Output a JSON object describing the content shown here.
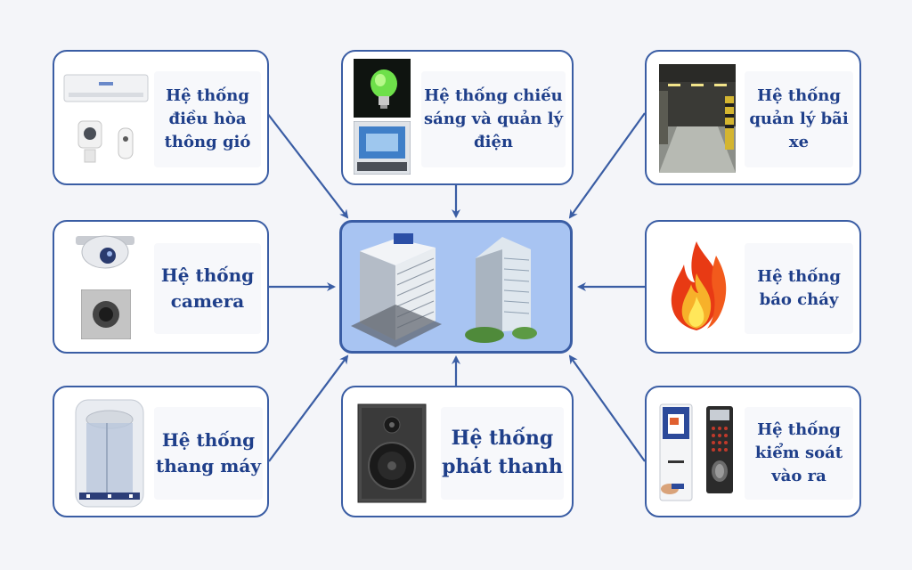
{
  "modules": {
    "hvac": {
      "label": "Hệ thống điều hòa thông gió",
      "lines": [
        "Hệ thống",
        "điều hòa",
        "thông gió"
      ]
    },
    "lighting": {
      "label": "Hệ thống chiếu sáng và quản lý điện",
      "lines": [
        "Hệ thống chiếu",
        "sáng và quản lý",
        "điện"
      ]
    },
    "parking": {
      "label": "Hệ thống quản lý bãi xe",
      "lines": [
        "Hệ thống",
        "quản lý bãi",
        "xe"
      ]
    },
    "camera": {
      "label": "Hệ thống camera",
      "lines": [
        "Hệ thống",
        "camera"
      ]
    },
    "fire": {
      "label": "Hệ thống báo cháy",
      "lines": [
        "Hệ thống",
        "báo cháy"
      ]
    },
    "elevator": {
      "label": "Hệ thống thang máy",
      "lines": [
        "Hệ thống",
        "thang máy"
      ]
    },
    "audio": {
      "label": "Hệ thống phát thanh",
      "lines": [
        "Hệ thống",
        "phát thanh"
      ]
    },
    "access": {
      "label": "Hệ thống kiểm soát vào ra",
      "lines": [
        "Hệ thống",
        "kiểm soát",
        "vào ra"
      ]
    }
  },
  "colors": {
    "border": "#3a5da4",
    "label": "#1f3f8a",
    "center_fill": "#a8c4f2",
    "arrow": "#3a5da4"
  },
  "icons": {
    "hvac": [
      "air-conditioner-icon",
      "thermostat-sensor-icon",
      "remote-sensor-icon"
    ],
    "lighting": [
      "light-bulb-icon",
      "control-monitor-icon"
    ],
    "parking": "parking-garage-icon",
    "camera": [
      "dome-camera-icon",
      "box-camera-icon"
    ],
    "fire": "flame-icon",
    "elevator": "elevator-cabin-icon",
    "audio": "speaker-icon",
    "access": [
      "card-reader-icon",
      "fingerprint-keypad-icon"
    ],
    "center": "office-buildings-icon"
  }
}
